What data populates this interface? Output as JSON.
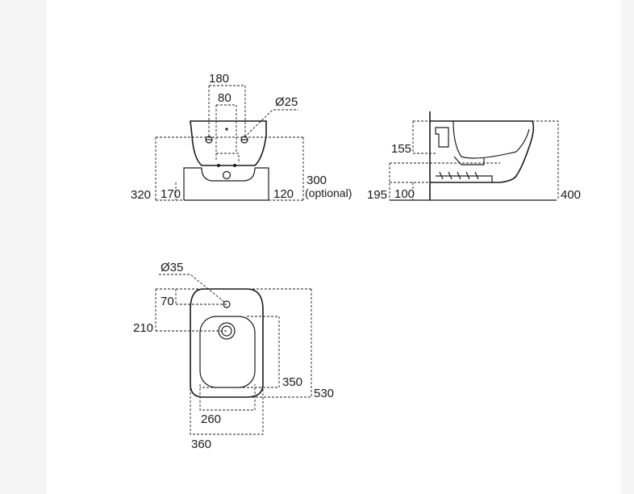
{
  "front_view": {
    "dim_180": "180",
    "dim_80": "80",
    "dim_diam25": "Ø25",
    "dim_320": "320",
    "dim_170": "170",
    "dim_120": "120",
    "dim_300": "300",
    "dim_optional": "(optional)"
  },
  "side_view": {
    "dim_155": "155",
    "dim_195": "195",
    "dim_100": "100",
    "dim_400": "400"
  },
  "top_view": {
    "dim_diam35": "Ø35",
    "dim_70": "70",
    "dim_210": "210",
    "dim_350": "350",
    "dim_530": "530",
    "dim_260": "260",
    "dim_360": "360"
  }
}
